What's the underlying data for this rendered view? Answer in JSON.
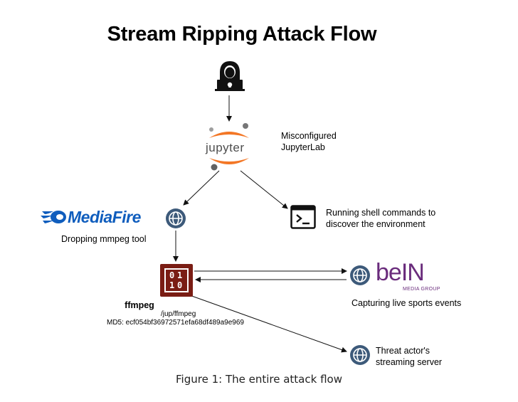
{
  "title": "Stream Ripping Attack Flow",
  "nodes": {
    "hacker": {
      "icon": "hacker-icon"
    },
    "jupyter": {
      "logo_text": "jupyter",
      "label_line1": "Misconfigured",
      "label_line2": "JupyterLab",
      "icon": "jupyter-logo"
    },
    "mediafire": {
      "logo_text": "MediaFire",
      "label": "Dropping mmpeg tool",
      "icon": "globe-icon"
    },
    "terminal": {
      "label_line1": "Running shell commands to",
      "label_line2": "discover the environment",
      "icon": "terminal-icon"
    },
    "ffmpeg": {
      "digits": [
        "0",
        "1",
        "1",
        "0"
      ],
      "name": "ffmpeg",
      "path": "/jup/ffmpeg",
      "md5": "MD5: ecf054bf36972571efa68df489a9e969",
      "icon": "binary-file-icon"
    },
    "bein": {
      "logo_text": "beIN",
      "logo_sub": "MEDIA GROUP",
      "label": "Capturing live sports events",
      "icon": "globe-icon"
    },
    "streaming_server": {
      "label_line1": "Threat actor's",
      "label_line2": "streaming server",
      "icon": "globe-icon"
    }
  },
  "caption": "Figure 1: The entire attack flow",
  "colors": {
    "ffmpeg_box": "#7a1d14",
    "jupyter_orange": "#f37726",
    "mediafire_blue": "#0f5dbd",
    "bein_purple": "#6a2c7c",
    "globe_fill": "#3d5a7a"
  }
}
